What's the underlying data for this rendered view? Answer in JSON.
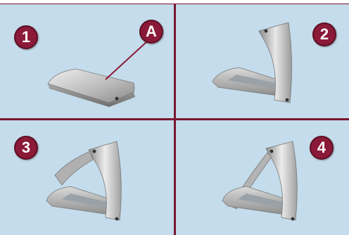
{
  "steps": [
    {
      "label": "1"
    },
    {
      "label": "2"
    },
    {
      "label": "3"
    },
    {
      "label": "4"
    }
  ],
  "callout": {
    "label": "A"
  },
  "colors": {
    "panel_background": "#c4dceb",
    "divider": "#7a1730",
    "badge_fill": "#8a1a38",
    "badge_text": "#ffffff",
    "metal_light": "#e4e4e4",
    "metal_dark": "#8c8c8c"
  }
}
